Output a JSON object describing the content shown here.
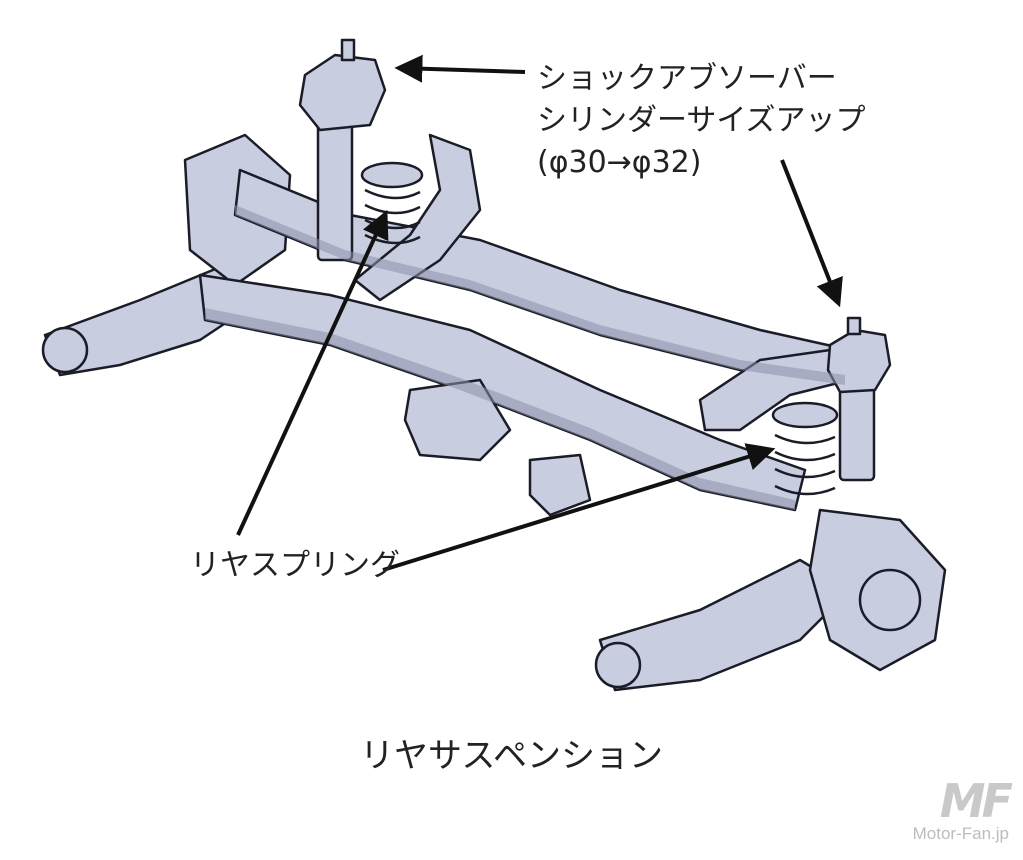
{
  "callouts": {
    "shock_absorber": {
      "line1": "ショックアブソーバー",
      "line2": "シリンダーサイズアップ",
      "line3": "(φ30→φ32)"
    },
    "rear_spring": "リヤスプリング"
  },
  "caption": "リヤサスペンション",
  "watermark": {
    "mark": "MF",
    "site": "Motor-Fan.jp"
  },
  "colors": {
    "part_fill": "#c9cde0",
    "part_shadow": "#8d92aa",
    "outline": "#1c1c28",
    "arrow": "#111111",
    "watermark": "#c9c9c9"
  }
}
